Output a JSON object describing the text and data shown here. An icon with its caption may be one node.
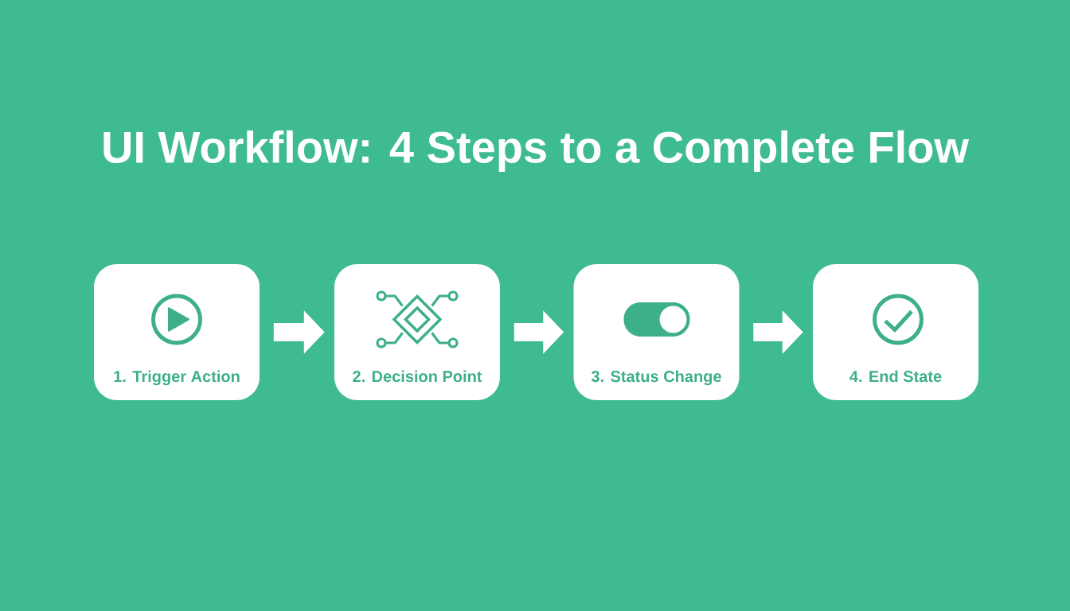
{
  "diagram": {
    "title": "UI Workflow: 4 Steps to a Complete Flow",
    "nodes": [
      {
        "text": [
          "1. Trigger Action"
        ]
      },
      {
        "text": [
          "2. Decision Point"
        ]
      },
      {
        "text": [
          "3. Status Change"
        ]
      },
      {
        "text": [
          "4. End State"
        ]
      }
    ],
    "edges": [
      {
        "from": 0,
        "to": 1,
        "arrow": "to"
      },
      {
        "from": 1,
        "to": 2,
        "arrow": "to"
      },
      {
        "from": 2,
        "to": 3,
        "arrow": "to"
      }
    ]
  }
}
